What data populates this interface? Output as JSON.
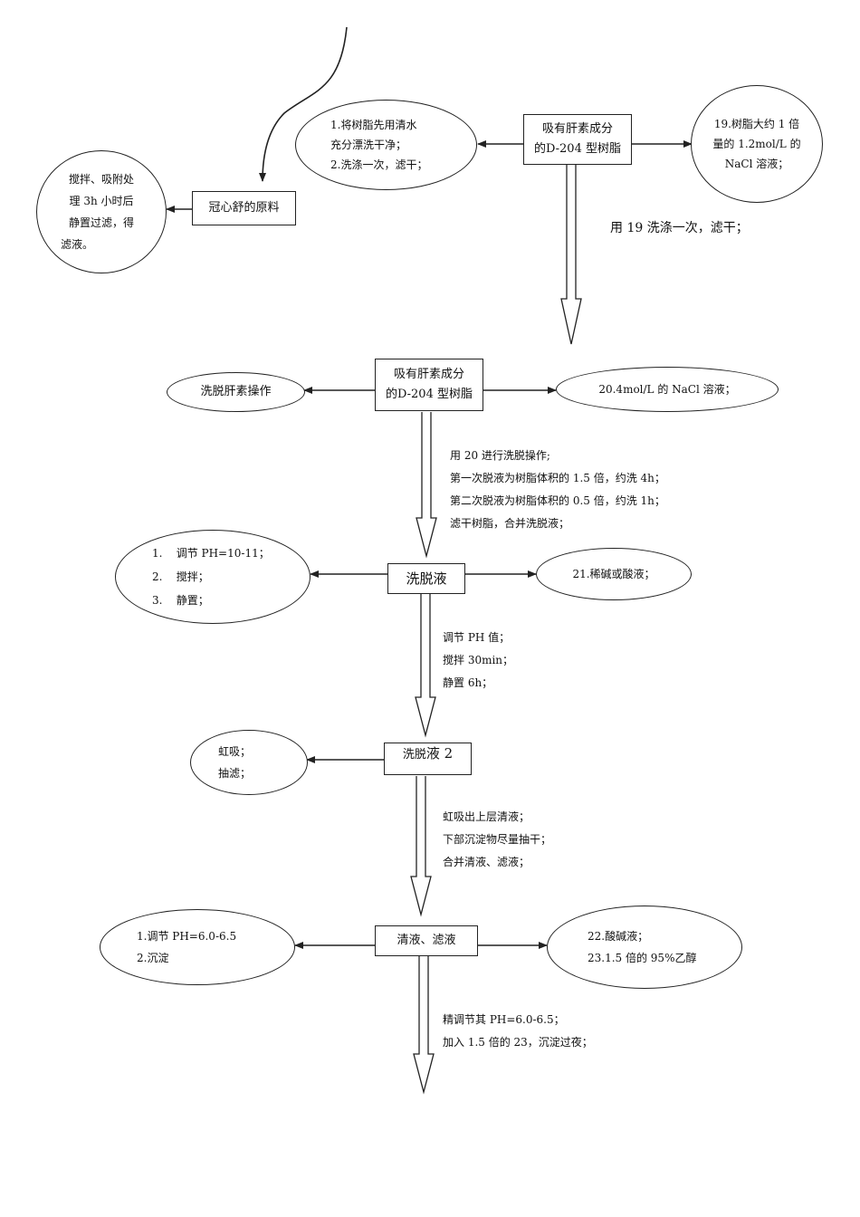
{
  "raw_box": {
    "text": "冠心舒的原料"
  },
  "adsorb_oval": {
    "lines": [
      "搅拌、吸附处",
      "理 3h 小时后",
      "静置过滤，得",
      "滤液。"
    ]
  },
  "resin_box_1": {
    "lines": [
      "吸有肝素成分",
      "的D-204 型树脂"
    ]
  },
  "rinse_oval": {
    "lines": [
      "1.将树脂先用清水",
      "充分漂洗干净；",
      "2.洗涤一次，滤干；"
    ]
  },
  "nacl12_oval": {
    "lines": [
      "19.树脂大约 1 倍",
      "量的 1.2mol/L 的",
      "NaCl 溶液；"
    ]
  },
  "note_19": {
    "text": "用 19 洗涤一次，滤干；"
  },
  "resin_box_2": {
    "lines": [
      "吸有肝素成分",
      "的D-204 型树脂"
    ]
  },
  "elute_oval": {
    "text": "洗脱肝素操作"
  },
  "nacl4_oval": {
    "text": "20.4mol/L 的 NaCl 溶液；"
  },
  "note_20": {
    "lines": [
      "用 20 进行洗脱操作;",
      "第一次脱液为树脂体积的 1.5 倍，约洗 4h；",
      "第二次脱液为树脂体积的 0.5 倍，约洗 1h；",
      "滤干树脂，合并洗脱液；"
    ]
  },
  "eluate_box": {
    "text": "洗脱液"
  },
  "ph_oval": {
    "lines": [
      "1.    调节 PH=10-11；",
      "2.    搅拌；",
      "3.    静置；"
    ]
  },
  "dilute_oval": {
    "text": "21.稀碱或酸液；"
  },
  "note_ph": {
    "lines": [
      "调节 PH 值；",
      "搅拌 30min；",
      "静置 6h；"
    ]
  },
  "eluate2_box": {
    "prefix": "洗脱",
    "suffix": "液 2"
  },
  "siphon_oval": {
    "lines": [
      "虹吸；",
      "抽滤；"
    ]
  },
  "note_siphon": {
    "lines": [
      "虹吸出上层清液；",
      "下部沉淀物尽量抽干；",
      "合并清液、滤液；"
    ]
  },
  "clear_box": {
    "text": "清液、滤液"
  },
  "adjust_oval": {
    "lines": [
      "1.调节 PH=6.0-6.5",
      "2.沉淀"
    ]
  },
  "ethanol_oval": {
    "lines": [
      "22.酸碱液；",
      "23.1.5 倍的 95%乙醇"
    ]
  },
  "note_final": {
    "lines": [
      "精调节其 PH=6.0-6.5；",
      "加入 1.5 倍的 23，沉淀过夜；"
    ]
  },
  "colors": {
    "line": "#222222",
    "background": "#ffffff"
  }
}
